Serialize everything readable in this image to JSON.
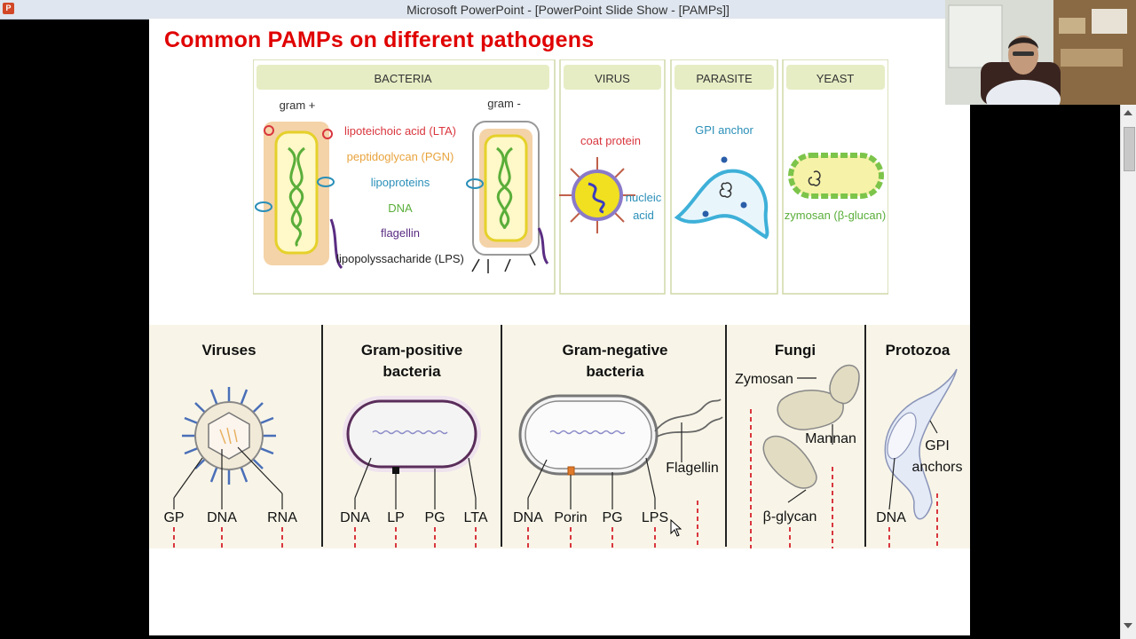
{
  "window": {
    "title": "Microsoft PowerPoint - [PowerPoint Slide Show - [PAMPs]]"
  },
  "slide": {
    "title": "Common PAMPs on different pathogens"
  },
  "top_figure": {
    "headers": [
      "BACTERIA",
      "VIRUS",
      "PARASITE",
      "YEAST"
    ],
    "gram_pos": "gram +",
    "gram_neg": "gram -",
    "pamps": [
      {
        "text": "lipoteichoic acid (LTA)",
        "color": "#d9363e"
      },
      {
        "text": "peptidoglycan (PGN)",
        "color": "#e8a33d"
      },
      {
        "text": "lipoproteins",
        "color": "#2a8fb8"
      },
      {
        "text": "DNA",
        "color": "#5aae3a"
      },
      {
        "text": "flagellin",
        "color": "#5a2d82"
      },
      {
        "text": "lipopolyssacharide (LPS)",
        "color": "#222222"
      }
    ],
    "virus": {
      "coat": "coat protein",
      "nucleic1": "nucleic",
      "nucleic2": "acid"
    },
    "parasite": {
      "gpi": "GPI anchor"
    },
    "yeast": {
      "zymosan": "zymosan (β-glucan)"
    }
  },
  "bottom_figure": {
    "panels": {
      "viruses": "Viruses",
      "grampos1": "Gram-positive",
      "grampos2": "bacteria",
      "gramneg1": "Gram-negative",
      "gramneg2": "bacteria",
      "fungi": "Fungi",
      "protozoa": "Protozoa"
    },
    "labels": {
      "gp": "GP",
      "dna": "DNA",
      "rna": "RNA",
      "lp": "LP",
      "pg": "PG",
      "lta": "LTA",
      "porin": "Porin",
      "lps": "LPS",
      "flagellin": "Flagellin",
      "zymosan": "Zymosan",
      "mannan": "Mannan",
      "bglycan": "β-glycan",
      "gpi1": "GPI",
      "gpi2": "anchors"
    }
  },
  "colors": {
    "title_red": "#e00000",
    "header_green": "#e6edc4",
    "panel_bg": "#f8f5e8",
    "dash_red": "#d9363e"
  }
}
